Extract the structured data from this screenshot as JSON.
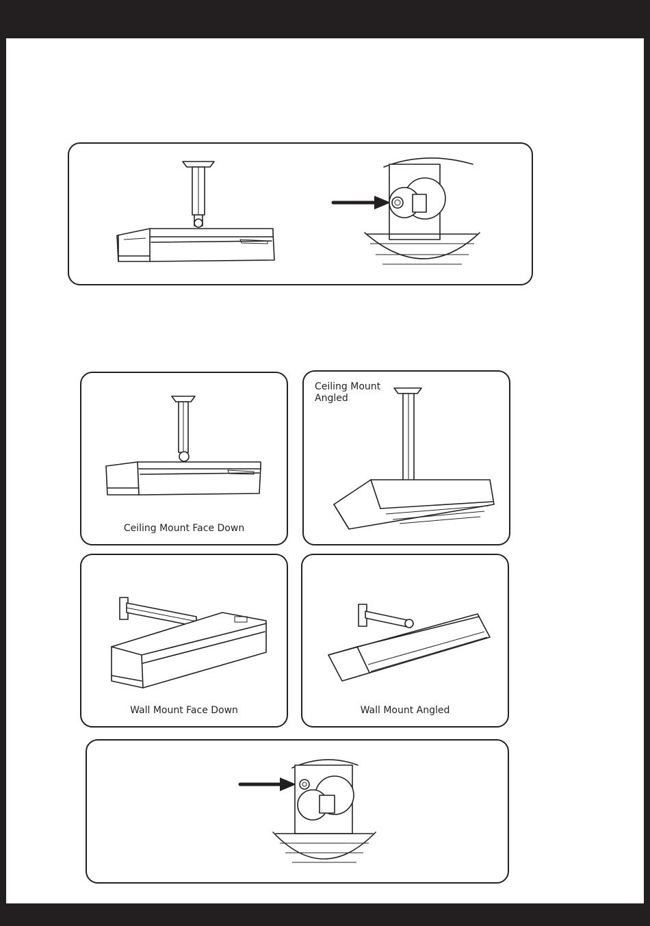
{
  "captions": {
    "ceiling_face_down": "Ceiling Mount Face Down",
    "ceiling_angled": "Ceiling Mount Angled",
    "wall_face_down": "Wall Mount Face Down",
    "wall_angled": "Wall Mount Angled"
  },
  "colors": {
    "ink": "#231f20",
    "paper": "#ffffff"
  },
  "icons": [
    "heater-illustration",
    "mount-bracket-detail",
    "arrow-icon"
  ]
}
